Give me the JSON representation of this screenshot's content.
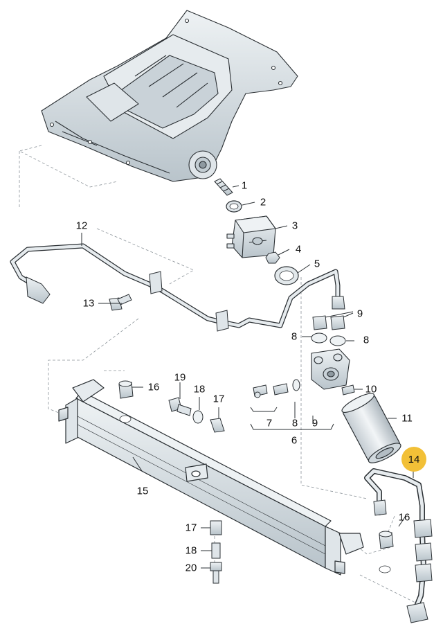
{
  "diagram": {
    "highlight_color": "#f2c037",
    "part_fill_color": "#d6dee3",
    "outline_color": "#2a2f33",
    "callouts": [
      {
        "id": "c1",
        "label": "1"
      },
      {
        "id": "c2",
        "label": "2"
      },
      {
        "id": "c3",
        "label": "3"
      },
      {
        "id": "c4",
        "label": "4"
      },
      {
        "id": "c5",
        "label": "5"
      },
      {
        "id": "c6",
        "label": "6"
      },
      {
        "id": "c7",
        "label": "7"
      },
      {
        "id": "c8a",
        "label": "8"
      },
      {
        "id": "c8b",
        "label": "8"
      },
      {
        "id": "c8c",
        "label": "8"
      },
      {
        "id": "c9a",
        "label": "9"
      },
      {
        "id": "c9b",
        "label": "9"
      },
      {
        "id": "c10",
        "label": "10"
      },
      {
        "id": "c11",
        "label": "11"
      },
      {
        "id": "c12",
        "label": "12"
      },
      {
        "id": "c13",
        "label": "13"
      },
      {
        "id": "c14",
        "label": "14",
        "highlighted": true
      },
      {
        "id": "c15",
        "label": "15"
      },
      {
        "id": "c16a",
        "label": "16"
      },
      {
        "id": "c16b",
        "label": "16"
      },
      {
        "id": "c17a",
        "label": "17"
      },
      {
        "id": "c17b",
        "label": "17"
      },
      {
        "id": "c18a",
        "label": "18"
      },
      {
        "id": "c18b",
        "label": "18"
      },
      {
        "id": "c19",
        "label": "19"
      },
      {
        "id": "c20",
        "label": "20"
      }
    ]
  }
}
